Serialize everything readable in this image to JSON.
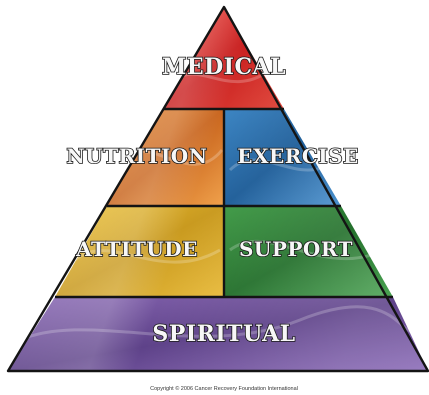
{
  "pyramid": {
    "tiers": [
      {
        "label": "Medical",
        "color": "#d62e27"
      },
      {
        "label": "Nutrition",
        "color": "#dd7a2a"
      },
      {
        "label": "Exercise",
        "color": "#2b6ca6"
      },
      {
        "label": "Attitude",
        "color": "#d7a926"
      },
      {
        "label": "Support",
        "color": "#2f7d38"
      },
      {
        "label": "Spiritual",
        "color": "#6f4f9a"
      }
    ],
    "outline_color": "#141414"
  },
  "footer": {
    "copyright": "Copyright © 2006 Cancer Recovery Foundation International"
  }
}
